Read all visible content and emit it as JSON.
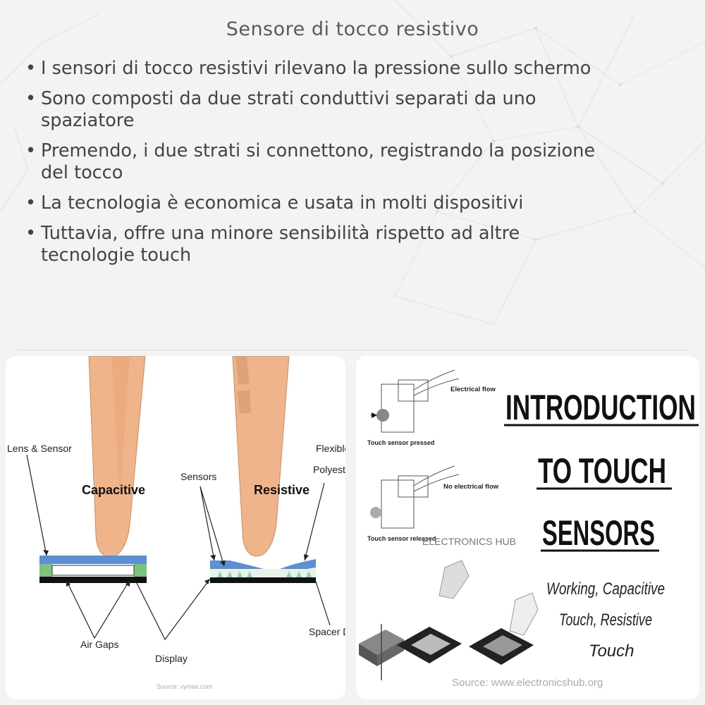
{
  "title": "Sensore di tocco resistivo",
  "bullets": [
    {
      "line1": "I sensori di tocco resistivi rilevano la pressione sullo schermo",
      "line2": ""
    },
    {
      "line1": "Sono composti da due strati conduttivi separati da uno",
      "line2": "spaziatore"
    },
    {
      "line1": "Premendo, i due strati si connettono, registrando la posizione",
      "line2": "del tocco"
    },
    {
      "line1": "La tecnologia è economica e usata in molti dispositivi",
      "line2": ""
    },
    {
      "line1": "Tuttavia, offre una minore sensibilità rispetto ad altre",
      "line2": "tecnologie touch"
    }
  ],
  "left_image": {
    "lens_sensor": "Lens & Sensor",
    "capacitive": "Capacitive",
    "sensors": "Sensors",
    "resistive": "Resistive",
    "flexible": "Flexible",
    "polyester": "Polyester",
    "air_gaps": "Air Gaps",
    "display": "Display",
    "spacer_dots": "Spacer Dots",
    "source": "Source: vymax.com"
  },
  "right_image": {
    "electrical_flow": "Electrical flow",
    "touch_pressed": "Touch sensor pressed",
    "no_electrical_flow": "No electrical flow",
    "touch_released": "Touch sensor released",
    "brand": "ELECTRONICS HUB",
    "heading1": "INTRODUCTION",
    "heading2": "TO TOUCH",
    "heading3": "SENSORS",
    "sub1": "Working, Capacitive",
    "sub2": "Touch, Resistive",
    "sub3": "Touch",
    "source": "Source: www.electronicshub.org"
  },
  "colors": {
    "finger": "#f0b48a",
    "finger_shadow": "#d99a70",
    "blue_layer": "#5b8fd6",
    "green_layer": "#7cc47a",
    "heading": "#111111"
  }
}
